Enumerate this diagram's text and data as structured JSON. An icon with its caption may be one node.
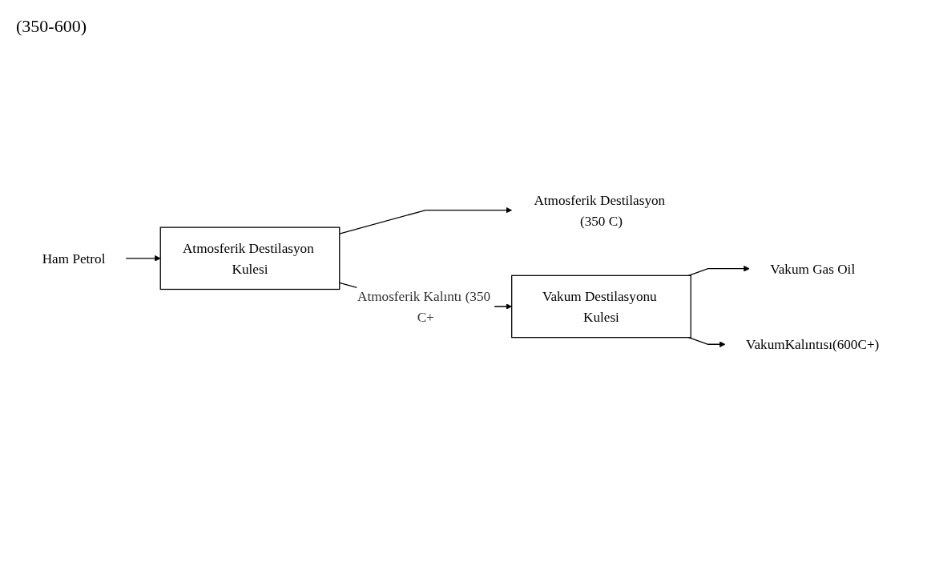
{
  "diagram": {
    "nodes": [
      {
        "text": [
          "Ham Petrol"
        ]
      },
      {
        "text": [
          "Atmosferik Destilasyon Kulesi"
        ]
      },
      {
        "text": [
          "Atmosferik Destilasyon (350 C)"
        ]
      },
      {
        "text": [
          "Vakum Destilasyonu Kulesi"
        ]
      },
      {
        "text": [
          "Vakum Gas Oil"
        ]
      },
      {
        "text": [
          "VakumKalıntısı(600C+)"
        ]
      }
    ],
    "edges": [
      {
        "from": 0,
        "to": 1,
        "arrow": "to"
      },
      {
        "from": 1,
        "to": 2,
        "arrow": "to"
      },
      {
        "from": 1,
        "to": 3,
        "arrow": "to",
        "label": "Atmosferik Kalıntı (350 C+"
      },
      {
        "from": 3,
        "to": 4,
        "arrow": "to"
      },
      {
        "from": 3,
        "to": 5,
        "arrow": "to"
      }
    ],
    "labels": [
      "(350-600)"
    ]
  }
}
